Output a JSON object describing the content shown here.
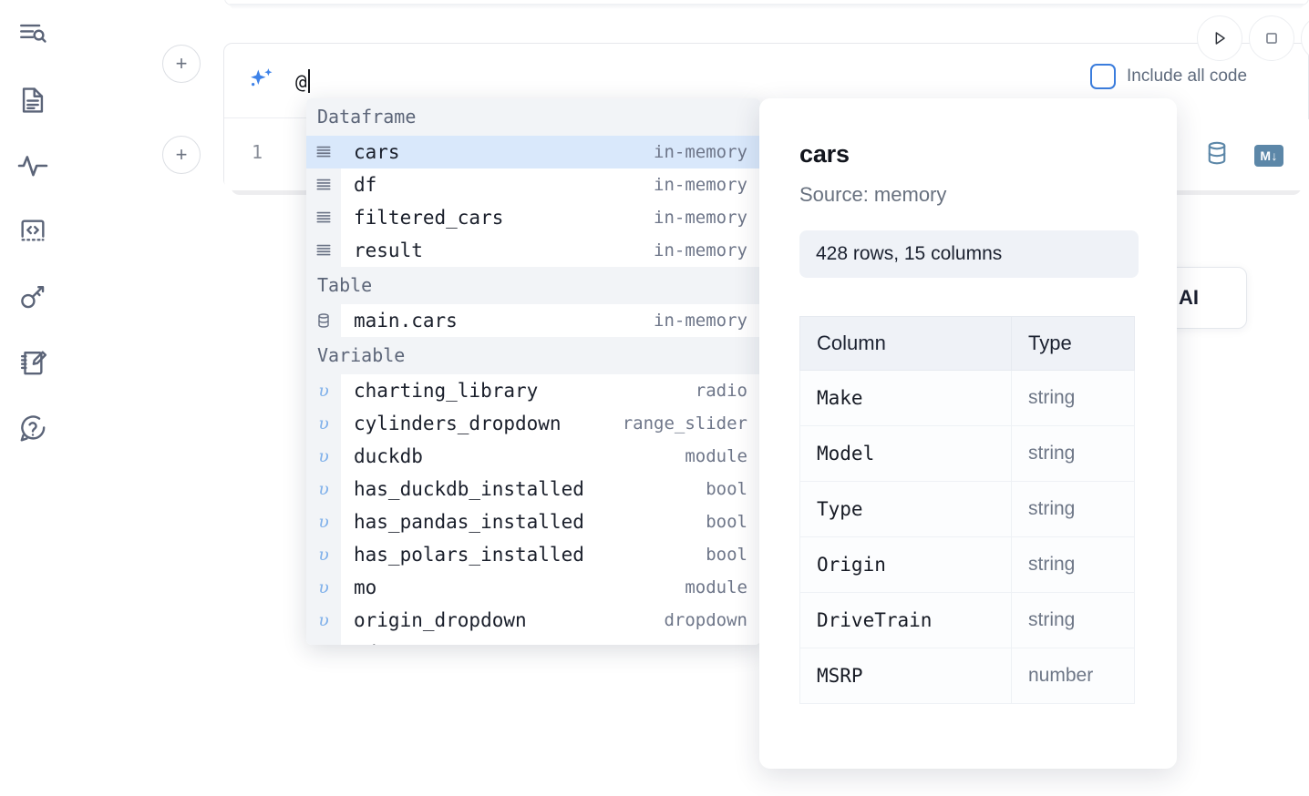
{
  "sidebar": {
    "items": [
      {
        "name": "explore-outline-icon",
        "label": "Outline"
      },
      {
        "name": "file-document-icon",
        "label": "Files"
      },
      {
        "name": "activity-variables-icon",
        "label": "Variables"
      },
      {
        "name": "code-snippets-icon",
        "label": "Snippets"
      },
      {
        "name": "key-secrets-icon",
        "label": "Secrets"
      },
      {
        "name": "scratchpad-edit-icon",
        "label": "Scratchpad"
      },
      {
        "name": "help-question-icon",
        "label": "Help"
      }
    ]
  },
  "cell": {
    "add_button_label": "+",
    "ai_icon": "sparkle-ai-icon",
    "prompt_value": "@",
    "include_all_code_label": "Include all code",
    "include_all_code_checked": false,
    "line_number": "1",
    "run_icon": "play-icon",
    "stop_icon": "stop-square-icon",
    "database_icon": "database-icon",
    "markdown_badge": "M↓",
    "generate_ai_button_label": "h AI"
  },
  "autocomplete": {
    "groups": [
      {
        "label": "Dataframe",
        "items": [
          {
            "icon": "dataframe-rows-icon",
            "name": "cars",
            "meta": "in-memory",
            "selected": true
          },
          {
            "icon": "dataframe-rows-icon",
            "name": "df",
            "meta": "in-memory",
            "selected": false
          },
          {
            "icon": "dataframe-rows-icon",
            "name": "filtered_cars",
            "meta": "in-memory",
            "selected": false
          },
          {
            "icon": "dataframe-rows-icon",
            "name": "result",
            "meta": "in-memory",
            "selected": false
          }
        ]
      },
      {
        "label": "Table",
        "items": [
          {
            "icon": "database-table-icon",
            "name": "main.cars",
            "meta": "in-memory",
            "selected": false
          }
        ]
      },
      {
        "label": "Variable",
        "items": [
          {
            "icon": "variable-icon",
            "name": "charting_library",
            "meta": "radio",
            "selected": false
          },
          {
            "icon": "variable-icon",
            "name": "cylinders_dropdown",
            "meta": "range_slider",
            "selected": false
          },
          {
            "icon": "variable-icon",
            "name": "duckdb",
            "meta": "module",
            "selected": false
          },
          {
            "icon": "variable-icon",
            "name": "has_duckdb_installed",
            "meta": "bool",
            "selected": false
          },
          {
            "icon": "variable-icon",
            "name": "has_pandas_installed",
            "meta": "bool",
            "selected": false
          },
          {
            "icon": "variable-icon",
            "name": "has_polars_installed",
            "meta": "bool",
            "selected": false
          },
          {
            "icon": "variable-icon",
            "name": "mo",
            "meta": "module",
            "selected": false
          },
          {
            "icon": "variable-icon",
            "name": "origin_dropdown",
            "meta": "dropdown",
            "selected": false
          },
          {
            "icon": "variable-icon",
            "name": "pd",
            "meta": "module",
            "selected": false
          }
        ]
      }
    ]
  },
  "detail": {
    "title": "cars",
    "source": "Source: memory",
    "shape": "428 rows, 15 columns",
    "table": {
      "headers": [
        "Column",
        "Type"
      ],
      "rows": [
        [
          "Make",
          "string"
        ],
        [
          "Model",
          "string"
        ],
        [
          "Type",
          "string"
        ],
        [
          "Origin",
          "string"
        ],
        [
          "DriveTrain",
          "string"
        ],
        [
          "MSRP",
          "number"
        ]
      ]
    }
  },
  "colors": {
    "accent_blue": "#3b7ddd",
    "selection_blue": "#d9e8fb",
    "gutter_gray": "#f2f4f7",
    "muted_text": "#6e7689",
    "markdown_badge": "#5c87a8"
  }
}
